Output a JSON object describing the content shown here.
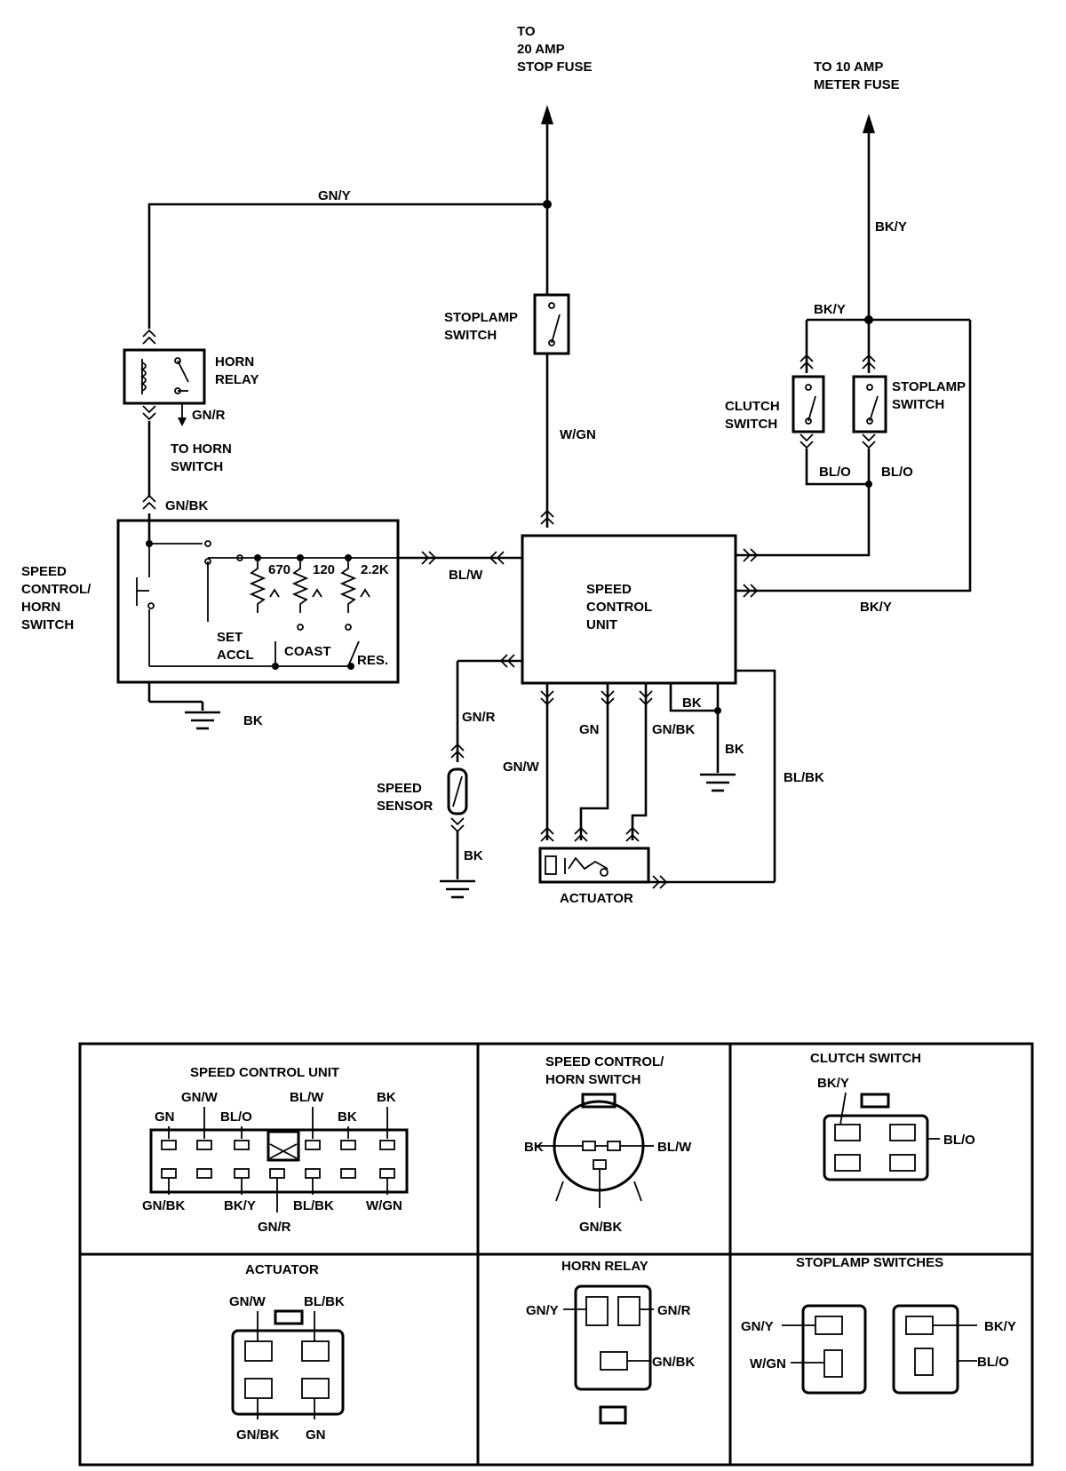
{
  "labels": {
    "to_stop_fuse": [
      "TO",
      "20 AMP",
      "STOP FUSE"
    ],
    "to_meter_fuse": [
      "TO 10 AMP",
      "METER FUSE"
    ],
    "gn_y_top": "GN/Y",
    "bk_y_right": "BK/Y",
    "bk_y_junction": "BK/Y",
    "stoplamp_switch_center": [
      "STOPLAMP",
      "SWITCH"
    ],
    "horn_relay": [
      "HORN",
      "RELAY"
    ],
    "gn_r_horn": "GN/R",
    "to_horn_switch": [
      "TO HORN",
      "SWITCH"
    ],
    "gn_bk_top": "GN/BK",
    "w_gn": "W/GN",
    "clutch_switch": [
      "CLUTCH",
      "SWITCH"
    ],
    "stoplamp_switch_right": [
      "STOPLAMP",
      "SWITCH"
    ],
    "bl_o_left": "BL/O",
    "bl_o_right": "BL/O",
    "speed_control_horn_switch": [
      "SPEED",
      "CONTROL/",
      "HORN",
      "SWITCH"
    ],
    "res_670": "670",
    "res_120": "120",
    "res_22k": "2.2K",
    "set_accl": [
      "SET",
      "ACCL"
    ],
    "coast": "COAST",
    "res": "RES.",
    "bl_w": "BL/W",
    "speed_control_unit": [
      "SPEED",
      "CONTROL",
      "UNIT"
    ],
    "bk_y_bottom": "BK/Y",
    "bk_ground_left": "BK",
    "gn_r_sensor": "GN/R",
    "gn_w": "GN/W",
    "gn": "GN",
    "gn_bk_mid": "GN/BK",
    "bk_mid": "BK",
    "bk_ground_mid": "BK",
    "bl_bk": "BL/BK",
    "speed_sensor": [
      "SPEED",
      "SENSOR"
    ],
    "bk_sensor": "BK",
    "actuator": "ACTUATOR"
  },
  "connectors": {
    "scu": {
      "title": "SPEED CONTROL UNIT",
      "top": [
        "GN",
        "GN/W",
        "BL/O",
        "BL/W",
        "BK",
        "BK"
      ],
      "bottom": [
        "GN/BK",
        "BK/Y",
        "BL/BK",
        "W/GN"
      ],
      "bottom_center": "GN/R"
    },
    "schs": {
      "title": [
        "SPEED CONTROL/",
        "HORN SWITCH"
      ],
      "left": "BK",
      "right": "BL/W",
      "bottom": "GN/BK"
    },
    "clutch": {
      "title": "CLUTCH SWITCH",
      "top": "BK/Y",
      "right": "BL/O"
    },
    "actuator": {
      "title": "ACTUATOR",
      "top_left": "GN/W",
      "top_right": "BL/BK",
      "bottom_left": "GN/BK",
      "bottom_right": "GN"
    },
    "horn_relay": {
      "title": "HORN RELAY",
      "left": "GN/Y",
      "right": "GN/R",
      "bottom_right": "GN/BK"
    },
    "stoplamp": {
      "title": "STOPLAMP SWITCHES",
      "a_top": "GN/Y",
      "a_bottom": "W/GN",
      "b_top": "BK/Y",
      "b_bottom": "BL/O"
    }
  }
}
